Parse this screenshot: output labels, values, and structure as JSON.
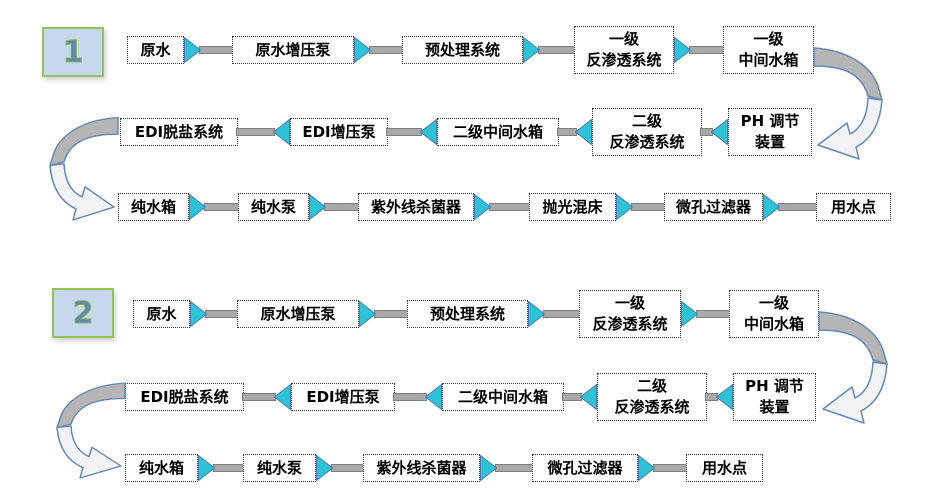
{
  "diagram_title": "",
  "colors": {
    "triangle_fill": "#2cc3d6",
    "triangle_stroke": "#4a7ab5",
    "connector_bar": "#a9a9a9",
    "box_border": "#333333",
    "badge_fill": "#c6d9ec",
    "badge_border": "#95c05a",
    "badge_number": "#5f89b0",
    "curve_stroke": "#6288b8",
    "curve_gray_fill": "#b5b5b5",
    "curve_light_fill": "#f2f3f5"
  },
  "flow1": {
    "badge": "1",
    "row1": {
      "nodes": [
        "原水",
        "原水增压泵",
        "预处理系统",
        "一级\n反渗透系统",
        "一级\n中间水箱"
      ]
    },
    "row2": {
      "nodes": [
        "EDI脱盐系统",
        "EDI增压泵",
        "二级中间水箱",
        "二级\n反渗透系统",
        "PH 调节\n装置"
      ]
    },
    "row3": {
      "nodes": [
        "纯水箱",
        "纯水泵",
        "紫外线杀菌器",
        "抛光混床",
        "微孔过滤器",
        "用水点"
      ]
    }
  },
  "flow2": {
    "badge": "2",
    "row1": {
      "nodes": [
        "原水",
        "原水增压泵",
        "预处理系统",
        "一级\n反渗透系统",
        "一级\n中间水箱"
      ]
    },
    "row2": {
      "nodes": [
        "EDI脱盐系统",
        "EDI增压泵",
        "二级中间水箱",
        "二级\n反渗透系统",
        "PH 调节\n装置"
      ]
    },
    "row3": {
      "nodes": [
        "纯水箱",
        "纯水泵",
        "紫外线杀菌器",
        "微孔过滤器",
        "用水点"
      ]
    }
  }
}
